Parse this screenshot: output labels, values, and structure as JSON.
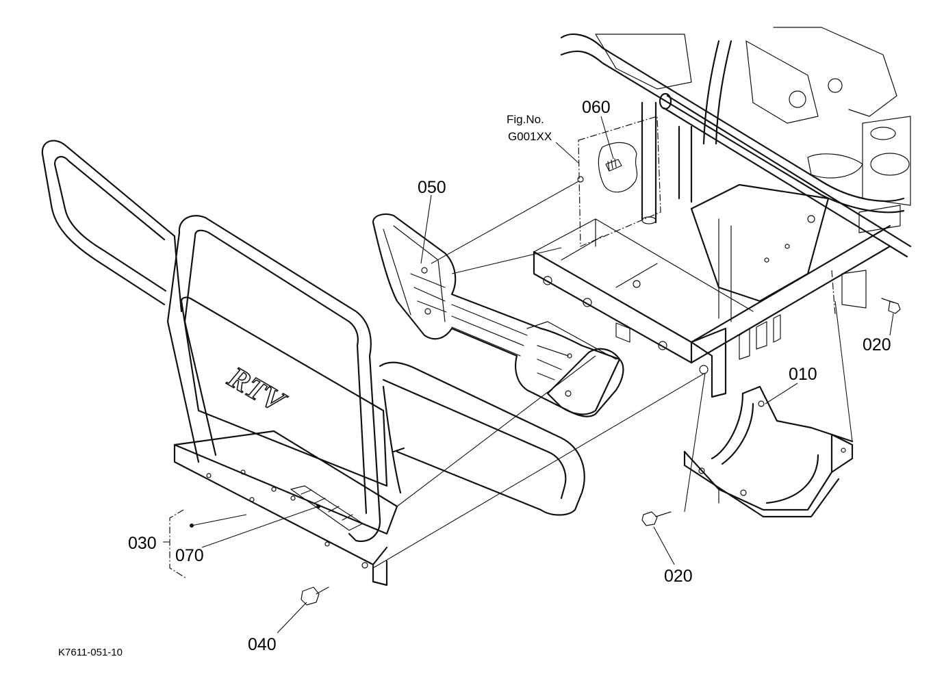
{
  "figure": {
    "ref_label": "Fig.No.",
    "ref_code": "G001XX",
    "drawing_code": "K7611-051-10",
    "logo_text": "RTV"
  },
  "callouts": {
    "p010": "010",
    "p020a": "020",
    "p020b": "020",
    "p030": "030",
    "p040": "040",
    "p050": "050",
    "p060": "060",
    "p070": "070"
  }
}
